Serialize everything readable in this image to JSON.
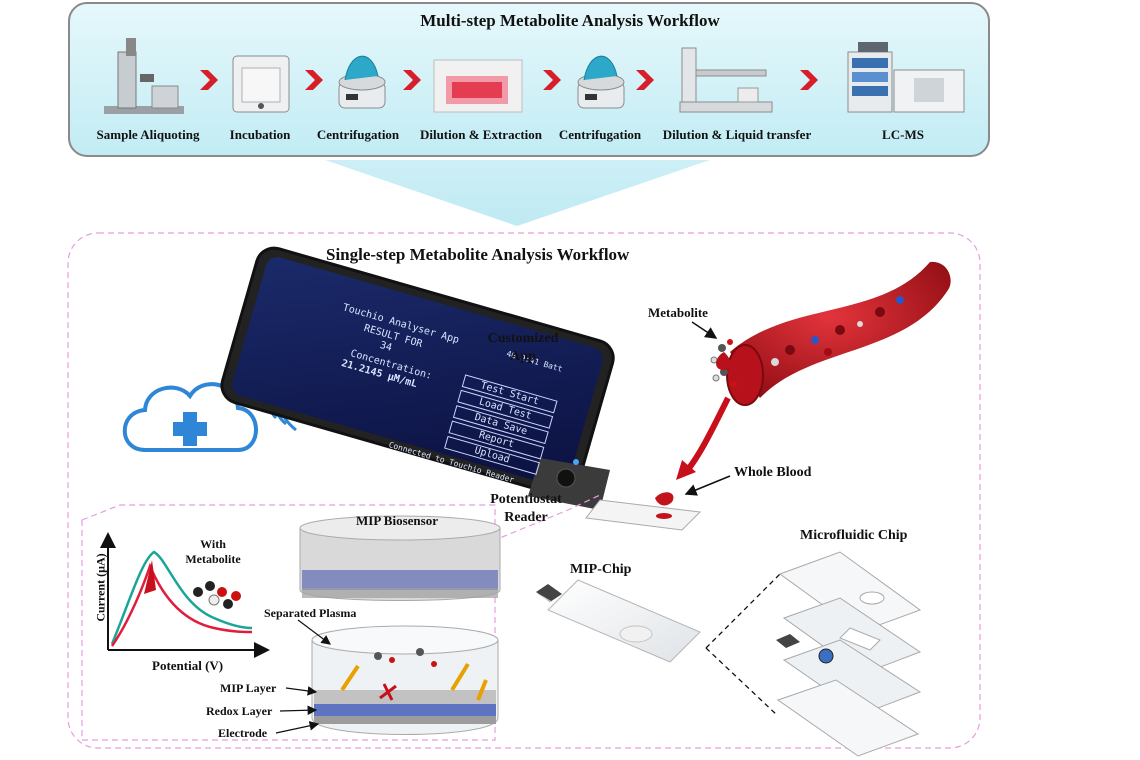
{
  "multi": {
    "title": "Multi-step Metabolite Analysis Workflow",
    "steps": [
      {
        "label": "Sample Aliquoting",
        "icon": "pipette-instrument-icon"
      },
      {
        "label": "Incubation",
        "icon": "incubator-icon"
      },
      {
        "label": "Centrifugation",
        "icon": "centrifuge-icon"
      },
      {
        "label": "Dilution & Extraction",
        "icon": "extraction-plate-icon"
      },
      {
        "label": "Centrifugation",
        "icon": "centrifuge-icon"
      },
      {
        "label": "Dilution & Liquid transfer",
        "icon": "liquid-handler-icon"
      },
      {
        "label": "LC-MS",
        "icon": "lc-ms-instrument-icon"
      }
    ]
  },
  "single": {
    "title": "Single-step Metabolite Analysis Workflow",
    "customized_app": "Customized App",
    "metabolite": "Metabolite",
    "whole_blood": "Whole Blood",
    "potentiostat_reader": "Potentiostat Reader",
    "mip_chip": "MIP-Chip",
    "microfluidic_chip": "Microfluidic Chip",
    "mip_biosensor": "MIP Biosensor",
    "separated_plasma": "Separated Plasma",
    "mip_layer": "MIP Layer",
    "redox_layer": "Redox Layer",
    "electrode": "Electrode",
    "with_metabolite": "With Metabolite",
    "y_axis": "Current (µA)",
    "x_axis": "Potential (V)"
  },
  "phone": {
    "header": "Touchio Analyser App",
    "result": "RESULT FOR",
    "result_value": "34",
    "conc_label": "Concentration:",
    "conc_value": "21.2145 µM/mL",
    "buttons": [
      "Test Start",
      "Load Test",
      "Data Save",
      "Report",
      "Upload"
    ],
    "footer": "Connected to Touchio Reader",
    "status": "4G 9:41 Batt"
  },
  "colors": {
    "banner_fill": "#cdeff6",
    "banner_stroke": "#8a8a8a",
    "chevron": "#d81e28",
    "dashed_border": "#e79ce0",
    "blood_red": "#c2121c",
    "curve_red": "#e01d3a",
    "curve_teal": "#1aa596",
    "cloud_blue": "#2f86d6"
  }
}
